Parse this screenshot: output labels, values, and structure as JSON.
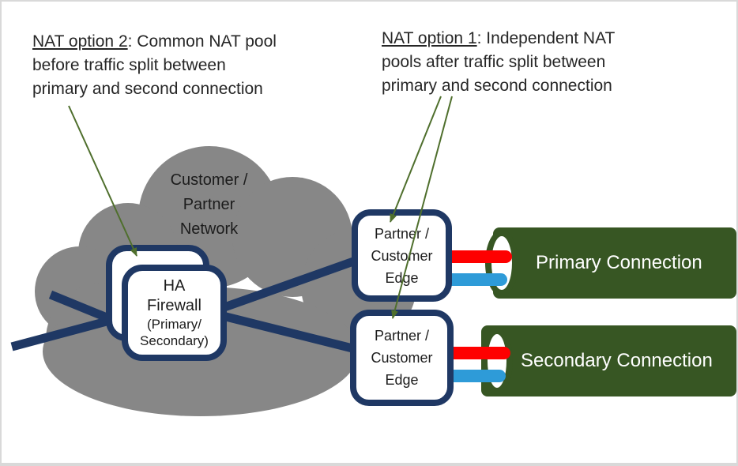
{
  "colors": {
    "navy": "#1f3864",
    "cloud_gray": "#878787",
    "green_dark": "#375623",
    "arrow_green": "#4f6f2d",
    "stripe_red": "#fe0000",
    "stripe_blue": "#2e9bd8",
    "text_dark": "#262626"
  },
  "annotations": {
    "option2": {
      "title": "NAT option 2",
      "title_suffix": ": Common NAT pool",
      "line2": "before traffic split between",
      "line3": "primary and second connection"
    },
    "option1": {
      "title": "NAT option 1",
      "title_suffix": ": Independent NAT",
      "line2": "pools after traffic split between",
      "line3": "primary and second connection"
    }
  },
  "cloud": {
    "line1": "Customer /",
    "line2": "Partner",
    "line3": "Network"
  },
  "firewall": {
    "line1": "HA",
    "line2": "Firewall",
    "sub1": "(Primary/",
    "sub2": "Secondary)"
  },
  "edge_top": {
    "line1": "Partner /",
    "line2": "Customer",
    "line3": "Edge"
  },
  "edge_bottom": {
    "line1": "Partner /",
    "line2": "Customer",
    "line3": "Edge"
  },
  "connections": {
    "primary": "Primary Connection",
    "secondary": "Secondary Connection"
  }
}
